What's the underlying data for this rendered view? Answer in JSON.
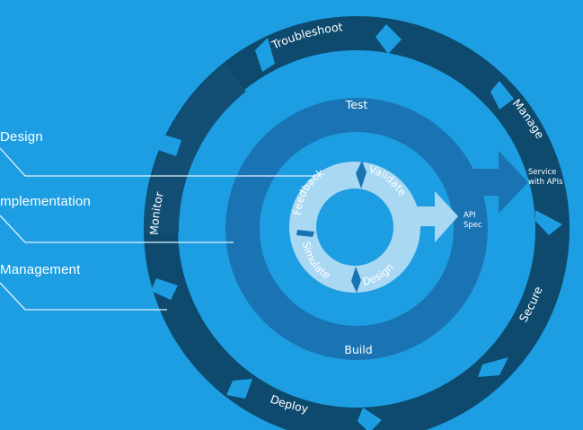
{
  "side_labels": {
    "design": "Design",
    "implementation": "mplementation",
    "management": "Management"
  },
  "outer_ring": {
    "troubleshoot": "Troubleshoot",
    "manage": "Manage",
    "secure": "Secure",
    "deploy": "Deploy",
    "monitor": "Monitor"
  },
  "middle_ring": {
    "test": "Test",
    "build": "Build"
  },
  "inner_ring": {
    "feedback": "Feedback",
    "validate": "Validate",
    "simulate": "Simulate",
    "design": "Design"
  },
  "api_spec": {
    "line1": "API",
    "line2": "Spec"
  },
  "service": {
    "line1": "Service",
    "line2": "with APIs"
  },
  "colors": {
    "background": "#1e9ee2",
    "outer_ring": "#0d4a6e",
    "outer_ring_light": "#1a6f9f",
    "middle_ring": "#1a74b4",
    "inner_ring": "#a9d8f3",
    "connector": "#dff2fc"
  }
}
